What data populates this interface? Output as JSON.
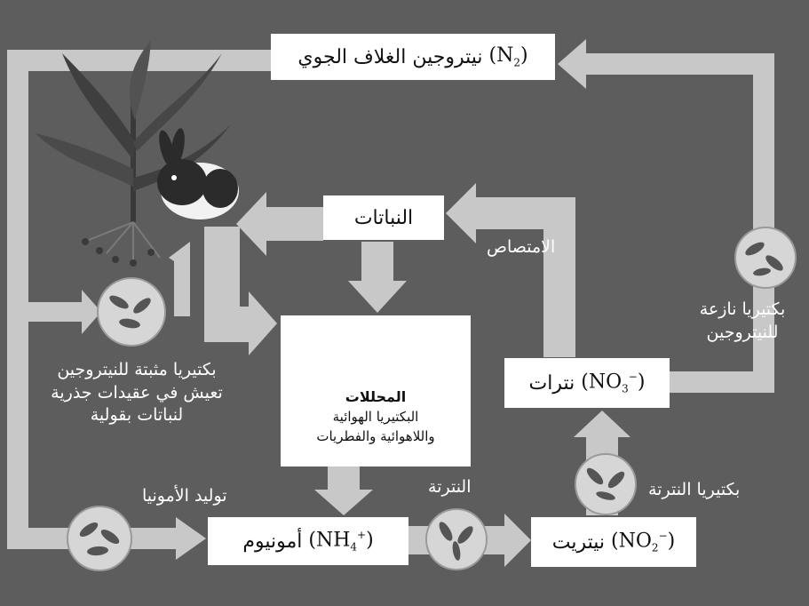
{
  "atmosphere": {
    "label": "نيتروجين الغلاف الجوي",
    "formula": "N",
    "sub": "2"
  },
  "plants": {
    "label": "النباتات"
  },
  "absorption": {
    "label": "الامتصاص"
  },
  "denitrifying": {
    "line1": "بكتيريا نازعة",
    "line2": "للنيتروجين"
  },
  "nitrogen_fixing": {
    "line1": "بكتيريا مثبتة للنيتروجين",
    "line2": "تعيش في عقيدات جذرية",
    "line3": "لنباتات بقولية"
  },
  "decomposers": {
    "title": "المحللات",
    "line1": "البكتيريا الهوائية",
    "line2": "واللاهوائية والفطريات"
  },
  "nitrates": {
    "label": "نترات",
    "formula": "NO",
    "sub": "3",
    "sup": "−"
  },
  "nitrifying": {
    "label": "بكتيريا النترتة"
  },
  "ammonification": {
    "label": "توليد الأمونيا"
  },
  "nitrification": {
    "label": "النترتة"
  },
  "ammonium": {
    "label": "أمونيوم",
    "formula": "NH",
    "sub": "4",
    "sup": "+"
  },
  "nitrites": {
    "label": "نيتريت",
    "formula": "NO",
    "sub": "2",
    "sup": "−"
  },
  "colors": {
    "background": "#5d5d5d",
    "arrow": "#c9c9c9",
    "box": "#ffffff",
    "text_on_dark": "#ffffff"
  }
}
